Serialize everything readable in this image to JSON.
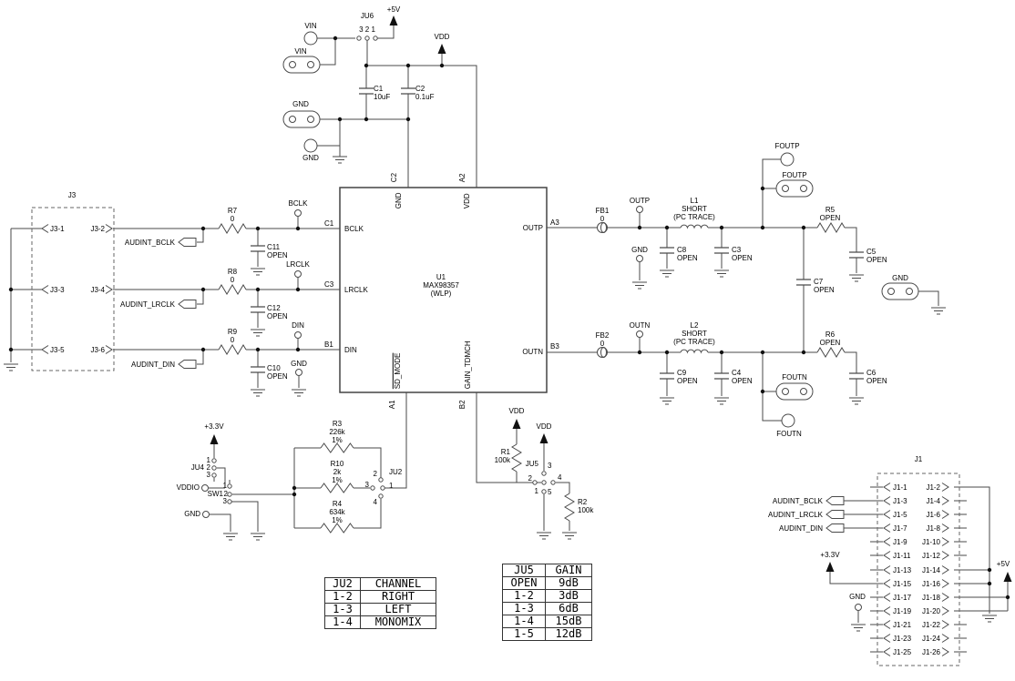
{
  "colors": {
    "line": "#4a4a4a",
    "text": "#000000",
    "background": "#ffffff"
  },
  "top": {
    "vin_tp": "VIN",
    "vin_conn": "VIN",
    "ju6_name": "JU6",
    "ju6_pins": "3 2 1",
    "p5v": "+5V",
    "vdd": "VDD",
    "c1": "C1\n10uF",
    "c2": "C2\n0.1uF",
    "gnd_conn": "GND",
    "gnd_tp": "GND"
  },
  "j3": {
    "name": "J3",
    "p1": "J3-1",
    "p2": "J3-2",
    "p3": "J3-3",
    "p4": "J3-4",
    "p5": "J3-5",
    "p6": "J3-6"
  },
  "in": {
    "f1": "AUDINT_BCLK",
    "f2": "AUDINT_LRCLK",
    "f3": "AUDINT_DIN",
    "r7": "R7\n0",
    "r8": "R8\n0",
    "r9": "R9\n0",
    "c11": "C11\nOPEN",
    "c12": "C12\nOPEN",
    "c10": "C10\nOPEN",
    "tp1": "BCLK",
    "tp2": "LRCLK",
    "tp3": "DIN",
    "tp4": "GND"
  },
  "ic": {
    "u1": "U1\nMAX98357\n(WLP)",
    "pc1": "C1",
    "pc3": "C3",
    "pb1": "B1",
    "pa3": "A3",
    "pb3": "B3",
    "pc2": "C2",
    "pa2": "A2",
    "pa1": "A1",
    "pb2": "B2",
    "bclk": "BCLK",
    "lrclk": "LRCLK",
    "din": "DIN",
    "outp": "OUTP",
    "outn": "OUTN",
    "gnd": "GND",
    "vdd": "VDD",
    "sdmode": "SD_MODE",
    "gain": "GAIN_TDMCH"
  },
  "outp": {
    "fb1": "FB1\n0",
    "tp": "OUTP",
    "tpgnd": "GND",
    "c8": "C8\nOPEN",
    "l1": "L1\nSHORT\n(PC TRACE)",
    "c3": "C3\nOPEN",
    "r5": "R5\nOPEN",
    "c5": "C5\nOPEN",
    "c7": "C7\nOPEN",
    "foutp_tp": "FOUTP",
    "foutp_conn": "FOUTP",
    "gnd_conn": "GND"
  },
  "outn": {
    "fb2": "FB2\n0",
    "tp": "OUTN",
    "c9": "C9\nOPEN",
    "l2": "L2\nSHORT\n(PC TRACE)",
    "c4": "C4\nOPEN",
    "r6": "R6\nOPEN",
    "c6": "C6\nOPEN",
    "foutn_conn": "FOUTN",
    "foutn_tp": "FOUTN"
  },
  "mode": {
    "p33": "+3.3V",
    "ju4": "JU4",
    "ju4_1": "1",
    "ju4_2": "2",
    "ju4_3": "3",
    "vddio": "VDDIO",
    "gnd": "GND",
    "sw1": "SW1",
    "sw1_1": "1",
    "sw1_2": "2",
    "sw1_3": "3",
    "r3": "R3\n226k\n1%",
    "r10": "R10\n2k\n1%",
    "r4": "R4\n634k\n1%",
    "ju2": "JU2",
    "ju2_1": "1",
    "ju2_2": "2",
    "ju2_3": "3",
    "ju2_4": "4"
  },
  "gain": {
    "vdd1": "VDD",
    "vdd2": "VDD",
    "r1": "R1\n100k",
    "r2": "R2\n100k",
    "ju5": "JU5",
    "p1": "1",
    "p2": "2",
    "p3": "3",
    "p4": "4",
    "p5": "5"
  },
  "j1": {
    "name": "J1",
    "pins": [
      "J1-1",
      "J1-2",
      "J1-3",
      "J1-4",
      "J1-5",
      "J1-6",
      "J1-7",
      "J1-8",
      "J1-9",
      "J1-10",
      "J1-11",
      "J1-12",
      "J1-13",
      "J1-14",
      "J1-15",
      "J1-16",
      "J1-17",
      "J1-18",
      "J1-19",
      "J1-20",
      "J1-21",
      "J1-22",
      "J1-23",
      "J1-24",
      "J1-25",
      "J1-26"
    ],
    "f1": "AUDINT_BCLK",
    "f2": "AUDINT_LRCLK",
    "f3": "AUDINT_DIN",
    "p33": "+3.3V",
    "gnd": "GND",
    "p5v": "+5V"
  },
  "tables": {
    "ju2": {
      "header": [
        "JU2",
        "CHANNEL"
      ],
      "rows": [
        [
          "1-2",
          "RIGHT"
        ],
        [
          "1-3",
          "LEFT"
        ],
        [
          "1-4",
          "MONOMIX"
        ]
      ]
    },
    "ju5": {
      "header": [
        "JU5",
        "GAIN"
      ],
      "rows": [
        [
          "OPEN",
          "9dB"
        ],
        [
          "1-2",
          "3dB"
        ],
        [
          "1-3",
          "6dB"
        ],
        [
          "1-4",
          "15dB"
        ],
        [
          "1-5",
          "12dB"
        ]
      ]
    }
  }
}
